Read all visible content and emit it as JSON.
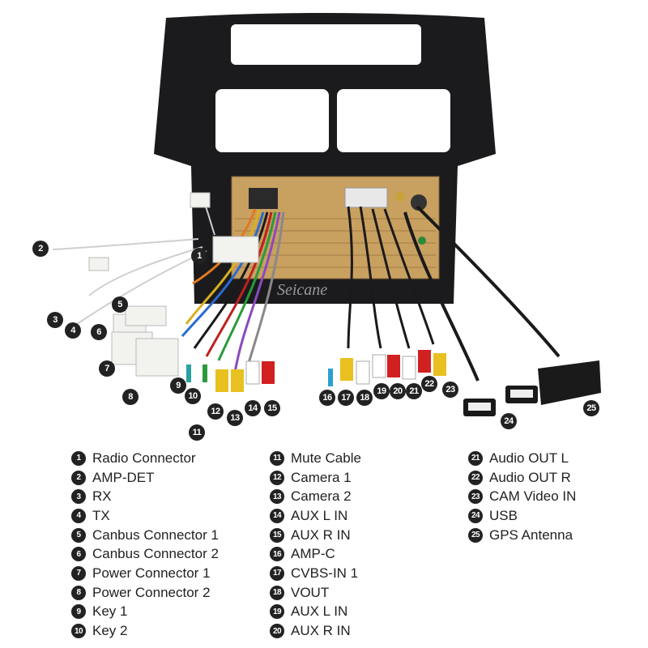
{
  "watermark": "Seicane",
  "colors": {
    "marker": "#222222",
    "frame": "#1b1b1d",
    "board": "#c8a060",
    "text": "#222222"
  },
  "legend": [
    {
      "num": "1",
      "label": "Radio Connector"
    },
    {
      "num": "2",
      "label": "AMP-DET"
    },
    {
      "num": "3",
      "label": "RX"
    },
    {
      "num": "4",
      "label": "TX"
    },
    {
      "num": "5",
      "label": "Canbus Connector 1"
    },
    {
      "num": "6",
      "label": "Canbus Connector 2"
    },
    {
      "num": "7",
      "label": "Power Connector 1"
    },
    {
      "num": "8",
      "label": "Power Connector 2"
    },
    {
      "num": "9",
      "label": "Key 1"
    },
    {
      "num": "10",
      "label": "Key 2"
    },
    {
      "num": "11",
      "label": "Mute Cable"
    },
    {
      "num": "12",
      "label": "Camera 1"
    },
    {
      "num": "13",
      "label": "Camera 2"
    },
    {
      "num": "14",
      "label": "AUX L IN"
    },
    {
      "num": "15",
      "label": "AUX R IN"
    },
    {
      "num": "16",
      "label": "AMP-C"
    },
    {
      "num": "17",
      "label": "CVBS-IN 1"
    },
    {
      "num": "18",
      "label": "VOUT"
    },
    {
      "num": "19",
      "label": "AUX L IN"
    },
    {
      "num": "20",
      "label": "AUX R IN"
    },
    {
      "num": "21",
      "label": "Audio OUT L"
    },
    {
      "num": "22",
      "label": "Audio OUT R"
    },
    {
      "num": "23",
      "label": "CAM Video IN"
    },
    {
      "num": "24",
      "label": "USB"
    },
    {
      "num": "25",
      "label": "GPS Antenna"
    }
  ]
}
